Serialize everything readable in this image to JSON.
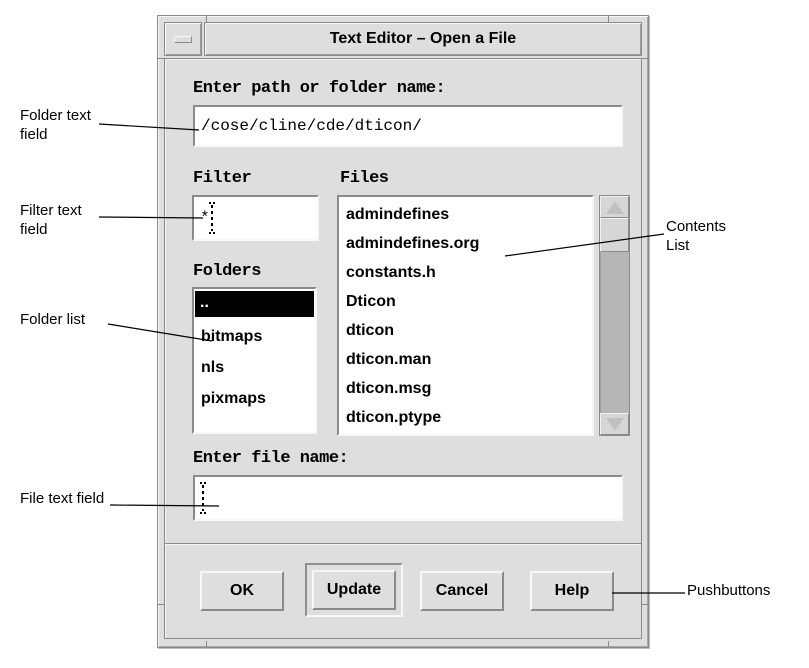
{
  "colors": {
    "window_bg": "#dedede",
    "bevel_dark": "#8a8a8a",
    "bevel_light": "#f7f7f7",
    "field_bg": "#ffffff",
    "selection_bg": "#000000",
    "selection_fg": "#ffffff",
    "scrollbar_trough": "#b6b6b6"
  },
  "annotations": {
    "folder_text_field": {
      "line1": "Folder text",
      "line2": "field"
    },
    "filter_text_field": {
      "line1": "Filter text",
      "line2": "field"
    },
    "folder_list": "Folder list",
    "file_text_field": "File text field",
    "contents_list": {
      "line1": "Contents",
      "line2": "List"
    },
    "pushbuttons": "Pushbuttons"
  },
  "window": {
    "title": "Text Editor – Open a File",
    "path": {
      "label": "Enter path or folder name:",
      "value": "/cose/cline/cde/dticon/"
    },
    "filter": {
      "label": "Filter",
      "value": "*"
    },
    "files": {
      "label": "Files",
      "items": [
        "admindefines",
        "admindefines.org",
        "constants.h",
        "Dticon",
        "dticon",
        "dticon.man",
        "dticon.msg",
        "dticon.ptype"
      ]
    },
    "folders": {
      "label": "Folders",
      "items": [
        "..",
        "bitmaps",
        "nls",
        "pixmaps"
      ],
      "selected_index": 0
    },
    "file_name": {
      "label": "Enter file name:",
      "value": ""
    },
    "buttons": {
      "ok": "OK",
      "update": "Update",
      "cancel": "Cancel",
      "help": "Help"
    }
  }
}
